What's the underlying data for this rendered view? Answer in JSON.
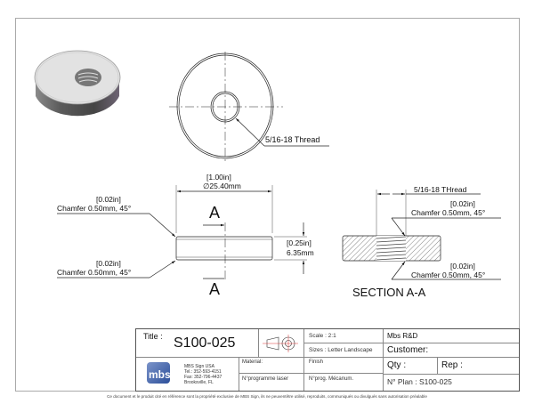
{
  "drawing": {
    "top_view": {
      "thread_label": "5/16-18 Thread"
    },
    "front_view": {
      "diameter_in": "[1.00in]",
      "diameter_mm": "∅25.40mm",
      "chamfer_top_in": "[0.02in]",
      "chamfer_top_mm": "Chamfer 0.50mm, 45°",
      "chamfer_bottom_in": "[0.02in]",
      "chamfer_bottom_mm": "Chamfer 0.50mm, 45°",
      "height_in": "[0.25in]",
      "height_mm": "6.35mm",
      "section_mark_top": "A",
      "section_mark_bottom": "A"
    },
    "section_view": {
      "thread_label": "5/16-18 THread",
      "chamfer_top_in": "[0.02in]",
      "chamfer_top_mm": "Chamfer 0.50mm, 45°",
      "chamfer_bottom_in": "[0.02in]",
      "chamfer_bottom_mm": "Chamfer 0.50mm, 45°",
      "title": "SECTION A-A"
    }
  },
  "title_block": {
    "title_label": "Title :",
    "title_value": "S100-025",
    "scale": "Scale : 2:1",
    "sizes": "Sizes : Letter Landscape",
    "company": "Mbs R&D",
    "customer": "Customer:",
    "logo_text": "mbs",
    "company_info": [
      "MBS Sign USA",
      "Tel.: 352-593-4151",
      "Fax: 352-796-4437",
      "Brooksville, FL"
    ],
    "material": "Material:",
    "finish": "Finish",
    "laser_program": "N°programme laser",
    "mecanum_program": "N°prog. Mécanum.",
    "qty": "Qty :",
    "rep": "Rep :",
    "plan_number": "N° Plan : S100-025"
  },
  "footer": "Ce document et le produit cité en référence sont la propriété exclusive de MBS Sign, ils ne peuventêtre utilisé, reproduits, communiqués ou divulgués sans autorisation préalable"
}
